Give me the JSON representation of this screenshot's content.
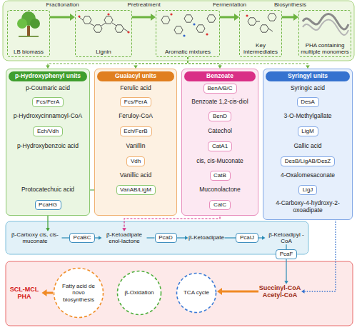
{
  "diagram": {
    "nodes": [
      {
        "text": [
          "LB biomass"
        ]
      },
      {
        "text": [
          "Lignin"
        ]
      },
      {
        "text": [
          "Aromatic mixtures"
        ]
      },
      {
        "text": [
          "Key intermediates"
        ]
      },
      {
        "text": [
          "PHA containing multiple monomers"
        ]
      },
      {
        "text": [
          "p-Hydroxyphenyl units"
        ]
      },
      {
        "text": [
          "p-Coumaric acid"
        ],
        "in": 5
      },
      {
        "text": [
          "Fcs/FerA"
        ],
        "in": 5
      },
      {
        "text": [
          "p-Hydroxycinnamoyl-CoA"
        ],
        "in": 5
      },
      {
        "text": [
          "Ech/Vdh"
        ],
        "in": 5
      },
      {
        "text": [
          "p-Hydroxybenzoic acid"
        ],
        "in": 5
      },
      {
        "text": [
          "Protocatechuic acid"
        ],
        "in": 5
      },
      {
        "text": [
          "PcaHG"
        ],
        "in": 5
      },
      {
        "text": [
          "Guaiacyl units"
        ]
      },
      {
        "text": [
          "Ferulic acid"
        ],
        "in": 13
      },
      {
        "text": [
          "Fcs/FerA"
        ],
        "in": 13
      },
      {
        "text": [
          "Feruloy-CoA"
        ],
        "in": 13
      },
      {
        "text": [
          "Ech/FerB"
        ],
        "in": 13
      },
      {
        "text": [
          "Vanillin"
        ],
        "in": 13
      },
      {
        "text": [
          "Vdh"
        ],
        "in": 13
      },
      {
        "text": [
          "Vanillic acid"
        ],
        "in": 13
      },
      {
        "text": [
          "VanAB/LigM"
        ],
        "in": 13
      },
      {
        "text": [
          "Benzoate"
        ]
      },
      {
        "text": [
          "BenA/B/C"
        ],
        "in": 22
      },
      {
        "text": [
          "Benzoate 1,2-cis-diol"
        ],
        "in": 22
      },
      {
        "text": [
          "BenD"
        ],
        "in": 22
      },
      {
        "text": [
          "Catechol"
        ],
        "in": 22
      },
      {
        "text": [
          "CatA1"
        ],
        "in": 22
      },
      {
        "text": [
          "cis, cis-Muconate"
        ],
        "in": 22
      },
      {
        "text": [
          "CatB"
        ],
        "in": 22
      },
      {
        "text": [
          "Muconolactone"
        ],
        "in": 22
      },
      {
        "text": [
          "CatC"
        ],
        "in": 22
      },
      {
        "text": [
          "Syringyl units"
        ]
      },
      {
        "text": [
          "Syringic acid"
        ],
        "in": 32
      },
      {
        "text": [
          "DesA"
        ],
        "in": 32
      },
      {
        "text": [
          "3-O-Methylgallate"
        ],
        "in": 32
      },
      {
        "text": [
          "LigM"
        ],
        "in": 32
      },
      {
        "text": [
          "Gallic acid"
        ],
        "in": 32
      },
      {
        "text": [
          "DesB/LigAB/DesZ"
        ],
        "in": 32
      },
      {
        "text": [
          "4-Oxalomesaconate"
        ],
        "in": 32
      },
      {
        "text": [
          "LigJ"
        ],
        "in": 32
      },
      {
        "text": [
          "4-Carboxy-4-hydroxy-2-oxoadipate"
        ],
        "in": 32
      },
      {
        "text": [
          "β-Carboxy cis, cis-muconate"
        ]
      },
      {
        "text": [
          "PcaBC"
        ]
      },
      {
        "text": [
          "β-Ketoadipate enol-lactone"
        ]
      },
      {
        "text": [
          "PcaD"
        ]
      },
      {
        "text": [
          "β-Ketoadipate"
        ]
      },
      {
        "text": [
          "PcaIJ"
        ]
      },
      {
        "text": [
          "β-Ketoadipyl -CoA"
        ]
      },
      {
        "text": [
          "PcaF"
        ]
      },
      {
        "text": [
          "SCL-MCL PHA"
        ]
      },
      {
        "text": [
          "Fatty acid de novo biosynthesis"
        ]
      },
      {
        "text": [
          "β-Oxidation"
        ]
      },
      {
        "text": [
          "TCA cycle"
        ]
      },
      {
        "text": [
          "Succinyl-CoA",
          "Acetyl-CoA"
        ]
      }
    ],
    "edges": [
      {
        "from": 0,
        "to": 1,
        "label": "Fractionation",
        "arrow": "to"
      },
      {
        "from": 1,
        "to": 2,
        "label": "Pretreatment",
        "arrow": "to"
      },
      {
        "from": 2,
        "to": 3,
        "label": "Fermentation",
        "arrow": "to"
      },
      {
        "from": 3,
        "to": 4,
        "label": "Biosynthesis",
        "arrow": "to"
      },
      {
        "from": 2,
        "to": 5,
        "arrow": "to"
      },
      {
        "from": 2,
        "to": 13,
        "arrow": "to"
      },
      {
        "from": 2,
        "to": 22,
        "arrow": "to"
      },
      {
        "from": 2,
        "to": 32,
        "arrow": "to"
      },
      {
        "from": 6,
        "to": 7,
        "arrow": "none"
      },
      {
        "from": 7,
        "to": 8,
        "arrow": "to"
      },
      {
        "from": 8,
        "to": 9,
        "arrow": "none"
      },
      {
        "from": 9,
        "to": 10,
        "arrow": "to"
      },
      {
        "from": 10,
        "to": 11,
        "arrow": "to"
      },
      {
        "from": 11,
        "to": 12,
        "arrow": "none"
      },
      {
        "from": 12,
        "to": 42,
        "arrow": "to"
      },
      {
        "from": 14,
        "to": 15,
        "arrow": "none"
      },
      {
        "from": 15,
        "to": 16,
        "arrow": "to"
      },
      {
        "from": 16,
        "to": 17,
        "arrow": "none"
      },
      {
        "from": 17,
        "to": 18,
        "arrow": "to"
      },
      {
        "from": 18,
        "to": 19,
        "arrow": "none"
      },
      {
        "from": 19,
        "to": 20,
        "arrow": "to"
      },
      {
        "from": 20,
        "to": 21,
        "arrow": "none"
      },
      {
        "from": 21,
        "to": 11,
        "arrow": "to"
      },
      {
        "from": 23,
        "to": 24,
        "arrow": "to"
      },
      {
        "from": 24,
        "to": 25,
        "arrow": "none"
      },
      {
        "from": 25,
        "to": 26,
        "arrow": "to"
      },
      {
        "from": 26,
        "to": 27,
        "arrow": "none"
      },
      {
        "from": 27,
        "to": 28,
        "arrow": "to"
      },
      {
        "from": 28,
        "to": 29,
        "arrow": "none"
      },
      {
        "from": 29,
        "to": 30,
        "arrow": "to"
      },
      {
        "from": 30,
        "to": 31,
        "arrow": "none"
      },
      {
        "from": 31,
        "to": 44,
        "arrow": "to"
      },
      {
        "from": 33,
        "to": 34,
        "arrow": "none"
      },
      {
        "from": 34,
        "to": 35,
        "arrow": "to"
      },
      {
        "from": 35,
        "to": 36,
        "arrow": "none"
      },
      {
        "from": 36,
        "to": 37,
        "arrow": "to"
      },
      {
        "from": 37,
        "to": 38,
        "arrow": "none"
      },
      {
        "from": 38,
        "to": 39,
        "arrow": "to"
      },
      {
        "from": 39,
        "to": 40,
        "arrow": "none"
      },
      {
        "from": 40,
        "to": 41,
        "arrow": "to"
      },
      {
        "from": 41,
        "to": 54,
        "arrow": "to"
      },
      {
        "from": 42,
        "to": 43,
        "arrow": "none"
      },
      {
        "from": 43,
        "to": 44,
        "arrow": "to"
      },
      {
        "from": 44,
        "to": 45,
        "arrow": "none"
      },
      {
        "from": 45,
        "to": 46,
        "arrow": "to"
      },
      {
        "from": 46,
        "to": 47,
        "arrow": "none"
      },
      {
        "from": 47,
        "to": 48,
        "arrow": "to"
      },
      {
        "from": 48,
        "to": 49,
        "arrow": "none"
      },
      {
        "from": 49,
        "to": 54,
        "arrow": "to"
      },
      {
        "from": 54,
        "to": 53,
        "arrow": "to"
      },
      {
        "from": 51,
        "to": 50,
        "arrow": "to"
      }
    ]
  }
}
